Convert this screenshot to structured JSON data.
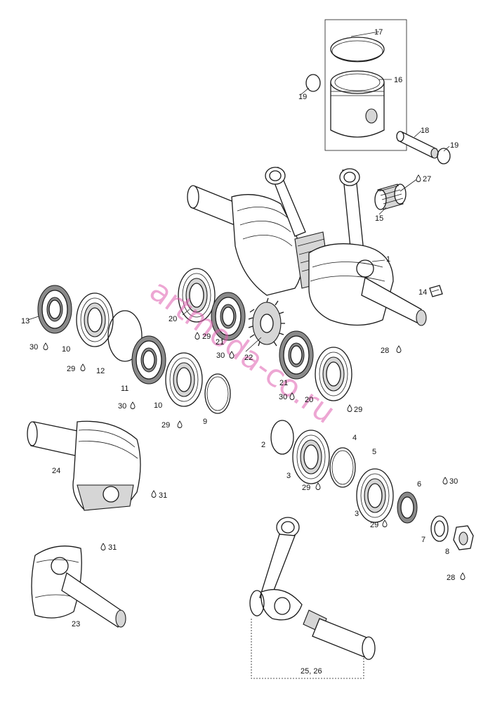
{
  "watermark": "artmoda-co.ru",
  "callouts": [
    {
      "id": "c1",
      "text": "1"
    },
    {
      "id": "c2",
      "text": "2"
    },
    {
      "id": "c3a",
      "text": "3"
    },
    {
      "id": "c3b",
      "text": "3"
    },
    {
      "id": "c4",
      "text": "4"
    },
    {
      "id": "c5",
      "text": "5"
    },
    {
      "id": "c6",
      "text": "6"
    },
    {
      "id": "c7",
      "text": "7"
    },
    {
      "id": "c8",
      "text": "8"
    },
    {
      "id": "c9",
      "text": "9"
    },
    {
      "id": "c10a",
      "text": "10"
    },
    {
      "id": "c10b",
      "text": "10"
    },
    {
      "id": "c11",
      "text": "11"
    },
    {
      "id": "c12",
      "text": "12"
    },
    {
      "id": "c13",
      "text": "13"
    },
    {
      "id": "c14",
      "text": "14"
    },
    {
      "id": "c15",
      "text": "15"
    },
    {
      "id": "c16",
      "text": "16"
    },
    {
      "id": "c17",
      "text": "17"
    },
    {
      "id": "c18",
      "text": "18"
    },
    {
      "id": "c19a",
      "text": "19"
    },
    {
      "id": "c19b",
      "text": "19"
    },
    {
      "id": "c20a",
      "text": "20"
    },
    {
      "id": "c20b",
      "text": "20"
    },
    {
      "id": "c21a",
      "text": "21"
    },
    {
      "id": "c21b",
      "text": "21"
    },
    {
      "id": "c22",
      "text": "22"
    },
    {
      "id": "c23",
      "text": "23"
    },
    {
      "id": "c24",
      "text": "24"
    },
    {
      "id": "c2526",
      "text": "25, 26"
    },
    {
      "id": "c27",
      "text": "27"
    },
    {
      "id": "c28a",
      "text": "28"
    },
    {
      "id": "c28b",
      "text": "28"
    },
    {
      "id": "c29a",
      "text": "29"
    },
    {
      "id": "c29b",
      "text": "29"
    },
    {
      "id": "c29c",
      "text": "29"
    },
    {
      "id": "c29d",
      "text": "29"
    },
    {
      "id": "c29e",
      "text": "29"
    },
    {
      "id": "c29f",
      "text": "29"
    },
    {
      "id": "c30a",
      "text": "30"
    },
    {
      "id": "c30b",
      "text": "30"
    },
    {
      "id": "c30c",
      "text": "30"
    },
    {
      "id": "c30d",
      "text": "30"
    },
    {
      "id": "c30e",
      "text": "30"
    },
    {
      "id": "c31a",
      "text": "31"
    },
    {
      "id": "c31b",
      "text": "31"
    }
  ],
  "icons": {
    "lubricant_drop": "drop-icon"
  }
}
